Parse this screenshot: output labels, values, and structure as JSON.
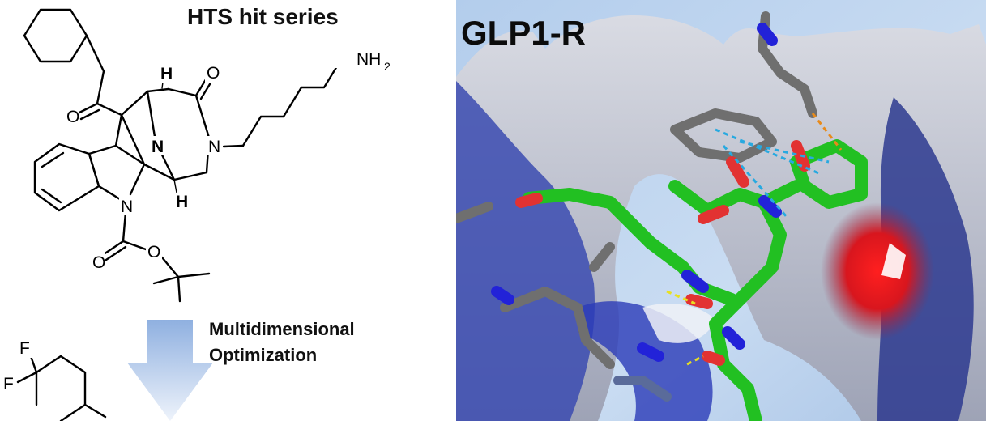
{
  "left_panel": {
    "title": "HTS hit series",
    "arrow_label_line1": "Multidimensional",
    "arrow_label_line2": "Optimization",
    "atoms": {
      "nh2": "NH",
      "nh2_sub": "2",
      "o_ketone": "O",
      "o_lactam": "O",
      "n_bridge": "N",
      "n_lactam": "N",
      "n_indole": "N",
      "h_top": "H",
      "h_bottom": "H",
      "o_carb1": "O",
      "o_carb2": "O",
      "f1": "F",
      "f2": "F"
    }
  },
  "right_panel": {
    "label": "GLP1-R"
  }
}
